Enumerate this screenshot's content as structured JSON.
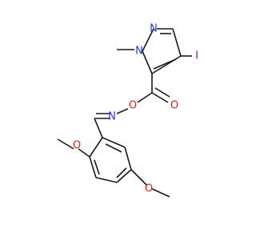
{
  "molecule": {
    "atoms": {
      "n1": "N",
      "n2": "N",
      "iodine": "I",
      "o_carbonyl": "O",
      "o_ester": "O",
      "n_imine": "N",
      "o_methoxy_top": "O",
      "o_methoxy_bottom": "O"
    },
    "colors": {
      "carbon": "#1a1a1a",
      "nitrogen": "#2a3bd6",
      "oxygen": "#e0241c",
      "iodine": "#8a1aa8"
    }
  }
}
